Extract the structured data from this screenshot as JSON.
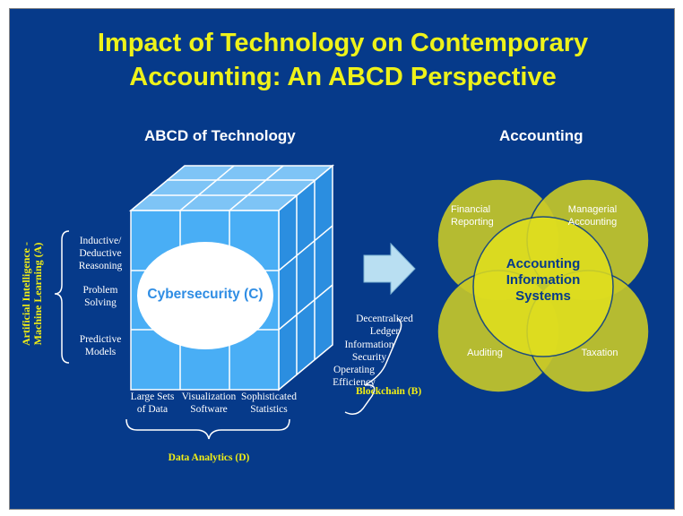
{
  "title_line1": "Impact of Technology on Contemporary",
  "title_line2": "Accounting: An ABCD Perspective",
  "left_heading": "ABCD of Technology",
  "right_heading": "Accounting",
  "cube_label": "Cybersecurity (C)",
  "ai_label_line1": "Artificial Intelligence -",
  "ai_label_line2": "Machine Learning (A)",
  "ai_items": [
    {
      "lines": [
        "Inductive/",
        "Deductive",
        "Reasoning"
      ]
    },
    {
      "lines": [
        "Problem",
        "Solving"
      ]
    },
    {
      "lines": [
        "Predictive",
        "Models"
      ]
    }
  ],
  "blockchain_items": [
    {
      "lines": [
        "Decentralized",
        "Ledger"
      ]
    },
    {
      "lines": [
        "Information",
        "Security"
      ]
    },
    {
      "lines": [
        "Operating",
        "Efficiency"
      ]
    }
  ],
  "blockchain_label": "Blockchain (B)",
  "data_items": [
    {
      "lines": [
        "Large Sets",
        "of Data"
      ]
    },
    {
      "lines": [
        "Visualization",
        "Software"
      ]
    },
    {
      "lines": [
        "Sophisticated",
        "Statistics"
      ]
    }
  ],
  "data_label": "Data Analytics (D)",
  "venn": {
    "circle_labels": [
      {
        "lines": [
          "Financial",
          "Reporting"
        ]
      },
      {
        "lines": [
          "Managerial",
          "Accounting"
        ]
      },
      {
        "lines": [
          "Auditing"
        ]
      },
      {
        "lines": [
          "Taxation"
        ]
      }
    ],
    "center_lines": [
      "Accounting",
      "Information",
      "Systems"
    ]
  },
  "colors": {
    "background": "#063a8a",
    "title": "#eef21a",
    "cube_face": "#3aa0f0",
    "venn_fill": "#c9c928",
    "arrow": "#b9dff2"
  },
  "icons": {
    "arrow": "right-arrow-icon"
  }
}
